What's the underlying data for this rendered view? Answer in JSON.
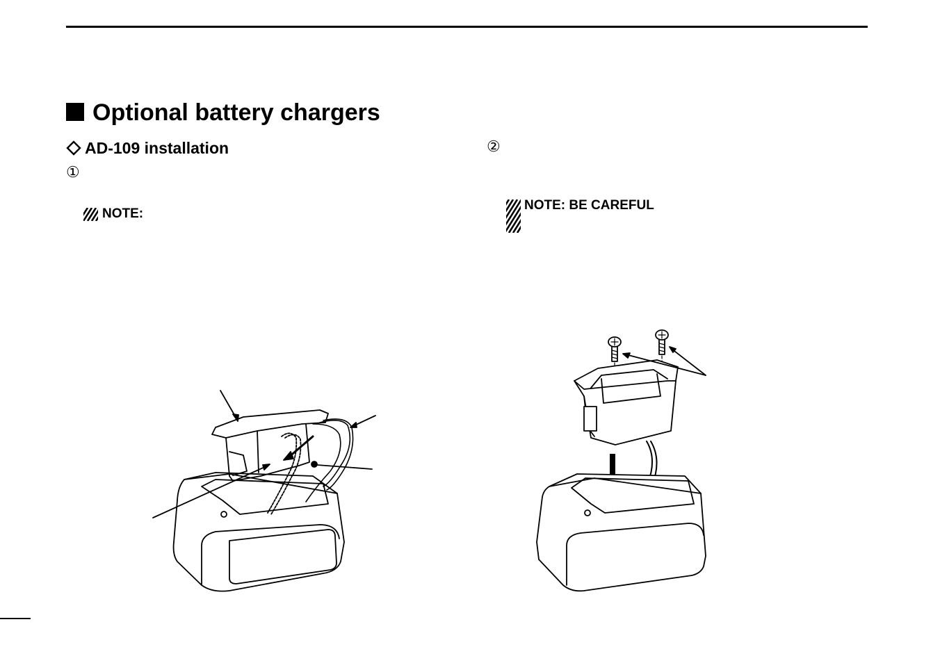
{
  "section": {
    "title": "Optional battery chargers",
    "bullet_icon": "black-square-icon"
  },
  "subsection": {
    "title": "AD-109 installation",
    "bullet_icon": "diamond-outline-icon"
  },
  "steps": {
    "step1_marker": "①",
    "step2_marker": "②"
  },
  "notes": {
    "left_label": "NOTE:",
    "right_label": "NOTE: BE CAREFUL",
    "icon": "hatched-note-icon"
  },
  "colors": {
    "ink": "#000000",
    "paper": "#ffffff"
  }
}
